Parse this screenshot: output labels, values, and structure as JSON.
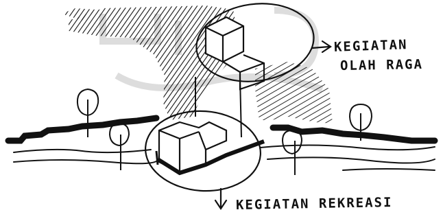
{
  "annotations": {
    "top_line_1": "KEGIATAN",
    "top_line_2": "OLAH RAGA",
    "bottom": "KEGIATAN REKREASI"
  },
  "colors": {
    "ink": "#111111",
    "paper": "#ffffff",
    "watermark": "#cfcfcf"
  }
}
